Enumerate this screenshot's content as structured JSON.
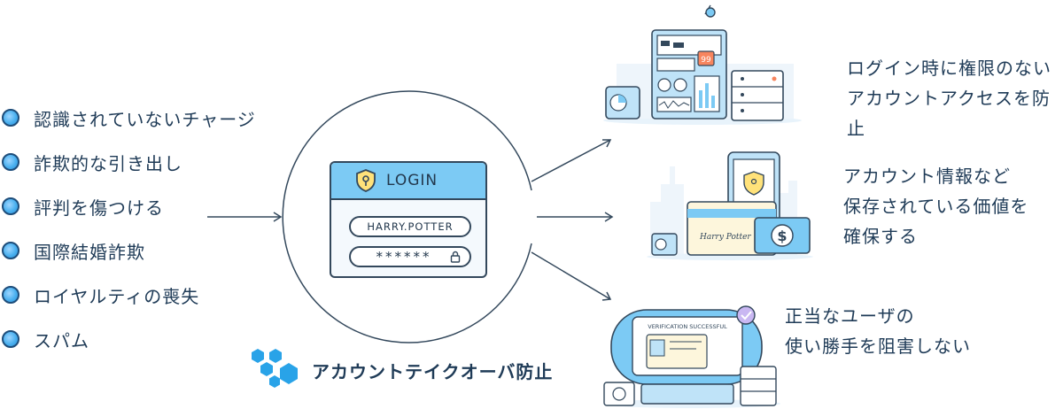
{
  "risks": [
    "認識されていないチャージ",
    "詐欺的な引き出し",
    "評判を傷つける",
    "国際結婚詐欺",
    "ロイヤルティの喪失",
    "スパム"
  ],
  "login": {
    "title": "LOGIN",
    "username": "HARRY.POTTER",
    "password": "******"
  },
  "brand": {
    "label": "アカウントテイクオーバ防止"
  },
  "outcomes": [
    {
      "line1": "ログイン時に権限のない",
      "line2": "アカウントアクセスを防止",
      "line3": ""
    },
    {
      "line1": "アカウント情報など",
      "line2": "保存されている価値を",
      "line3": "確保する"
    },
    {
      "line1": "正当なユーザの",
      "line2": "使い勝手を阻害しない",
      "line3": ""
    }
  ],
  "illustrations": {
    "dashboard_badge": "99",
    "card_signature": "Harry Potter",
    "currency_symbol": "$",
    "verification_banner": "VERIFICATION SUCCESSFUL"
  },
  "colors": {
    "accent_blue": "#7ccaf4",
    "dark_line": "#33485c",
    "text": "#1f3b57",
    "brand_blue": "#29a3e8"
  }
}
